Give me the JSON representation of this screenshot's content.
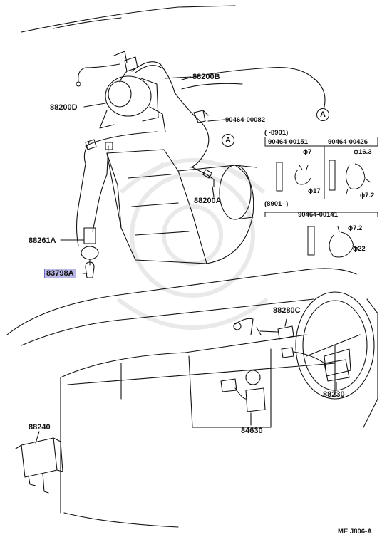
{
  "parts": {
    "p88200B": "88200B",
    "p88200D": "88200D",
    "p90464_00082": "90464-00082",
    "p88200A": "88200A",
    "p88261A": "88261A",
    "p83798A": "83798A",
    "p88280C": "88280C",
    "p88230": "88230",
    "p88240": "88240",
    "p84630": "84630"
  },
  "callouts": {
    "a_marker": "A"
  },
  "detail": {
    "range1": "(       -8901)",
    "col1_part": "90464-00151",
    "col2_part": "90464-00426",
    "d7": "ϕ7",
    "d17": "ϕ17",
    "d16_3": "ϕ16.3",
    "d7_2a": "ϕ7.2",
    "range2": "(8901-       )",
    "part_00141": "90464-00141",
    "d7_2b": "ϕ7.2",
    "d22": "ϕ22"
  },
  "figure_code": "ME J806-A",
  "colors": {
    "highlight": "#b9b7e6",
    "line": "#111111"
  }
}
